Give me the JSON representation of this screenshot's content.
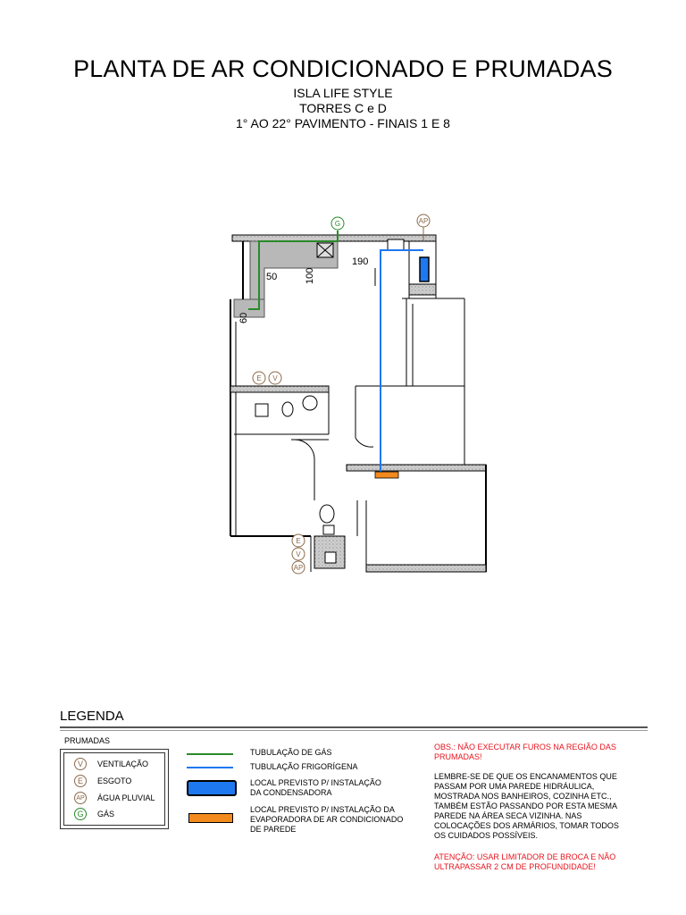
{
  "header": {
    "title": "PLANTA DE AR CONDICIONADO E PRUMADAS",
    "line1": "ISLA LIFE STYLE",
    "line2": "TORRES C e D",
    "line3": "1° AO 22° PAVIMENTO - FINAIS 1 E 8"
  },
  "plan": {
    "dims": {
      "d190": "190",
      "d50": "50",
      "d100": "100",
      "d60": "60"
    },
    "markers": {
      "g": "G",
      "ap": "AP",
      "e": "E",
      "v": "V"
    }
  },
  "legend": {
    "title": "LEGENDA",
    "prumadas_label": "PRUMADAS",
    "prumadas": [
      {
        "symbol": "V",
        "label": "VENTILAÇÃO"
      },
      {
        "symbol": "E",
        "label": "ESGOTO"
      },
      {
        "symbol": "AP",
        "label": "ÁGUA PLUVIAL"
      },
      {
        "symbol": "G",
        "label": "GÁS"
      }
    ],
    "items": {
      "gas": "TUBULAÇÃO DE GÁS",
      "frig": "TUBULAÇÃO FRIGORÍGENA",
      "cond_1": "LOCAL PREVISTO P/ INSTALAÇÃO",
      "cond_2": "DA CONDENSADORA",
      "evap_1": "LOCAL PREVISTO P/ INSTALAÇÃO DA",
      "evap_2": "EVAPORADORA DE AR CONDICIONADO",
      "evap_3": "DE PAREDE"
    },
    "notes": {
      "obs_1": "OBS.: NÃO EXECUTAR FUROS NA REGIÃO DAS",
      "obs_2": "PRUMADAS!",
      "lembre_1": "LEMBRE-SE DE QUE OS ENCANAMENTOS QUE",
      "lembre_2": "PASSAM POR UMA PAREDE HIDRÁULICA,",
      "lembre_3": "MOSTRADA NOS BANHEIROS, COZINHA ETC.,",
      "lembre_4": "TAMBÉM ESTÃO PASSANDO POR ESTA MESMA",
      "lembre_5": "PAREDE NA ÁREA SECA VIZINHA. NAS",
      "lembre_6": "COLOCAÇÕES DOS ARMÁRIOS, TOMAR TODOS",
      "lembre_7": "OS CUIDADOS POSSÍVEIS.",
      "atencao_1": "ATENÇÃO: USAR LIMITADOR DE BROCA E  NÃO",
      "atencao_2": "ULTRAPASSAR 2 CM DE PROFUNDIDADE!"
    }
  },
  "colors": {
    "gas_line": "#2a8a2a",
    "frig_line": "#1e78f0",
    "condensadora": "#1e78f0",
    "evaporadora": "#f28a1e",
    "prumada_marker": "#8c6a4a",
    "warning_text": "#e8141e"
  }
}
